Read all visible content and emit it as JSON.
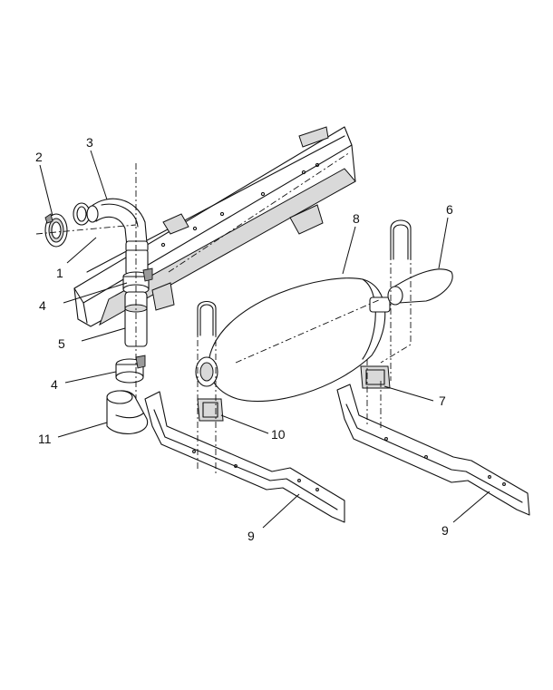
{
  "callouts": {
    "c1": "1",
    "c2": "2",
    "c3": "3",
    "c4a": "4",
    "c4b": "4",
    "c5": "5",
    "c6": "6",
    "c7": "7",
    "c8": "8",
    "c9a": "9",
    "c9b": "9",
    "c10": "10",
    "c11": "11"
  }
}
